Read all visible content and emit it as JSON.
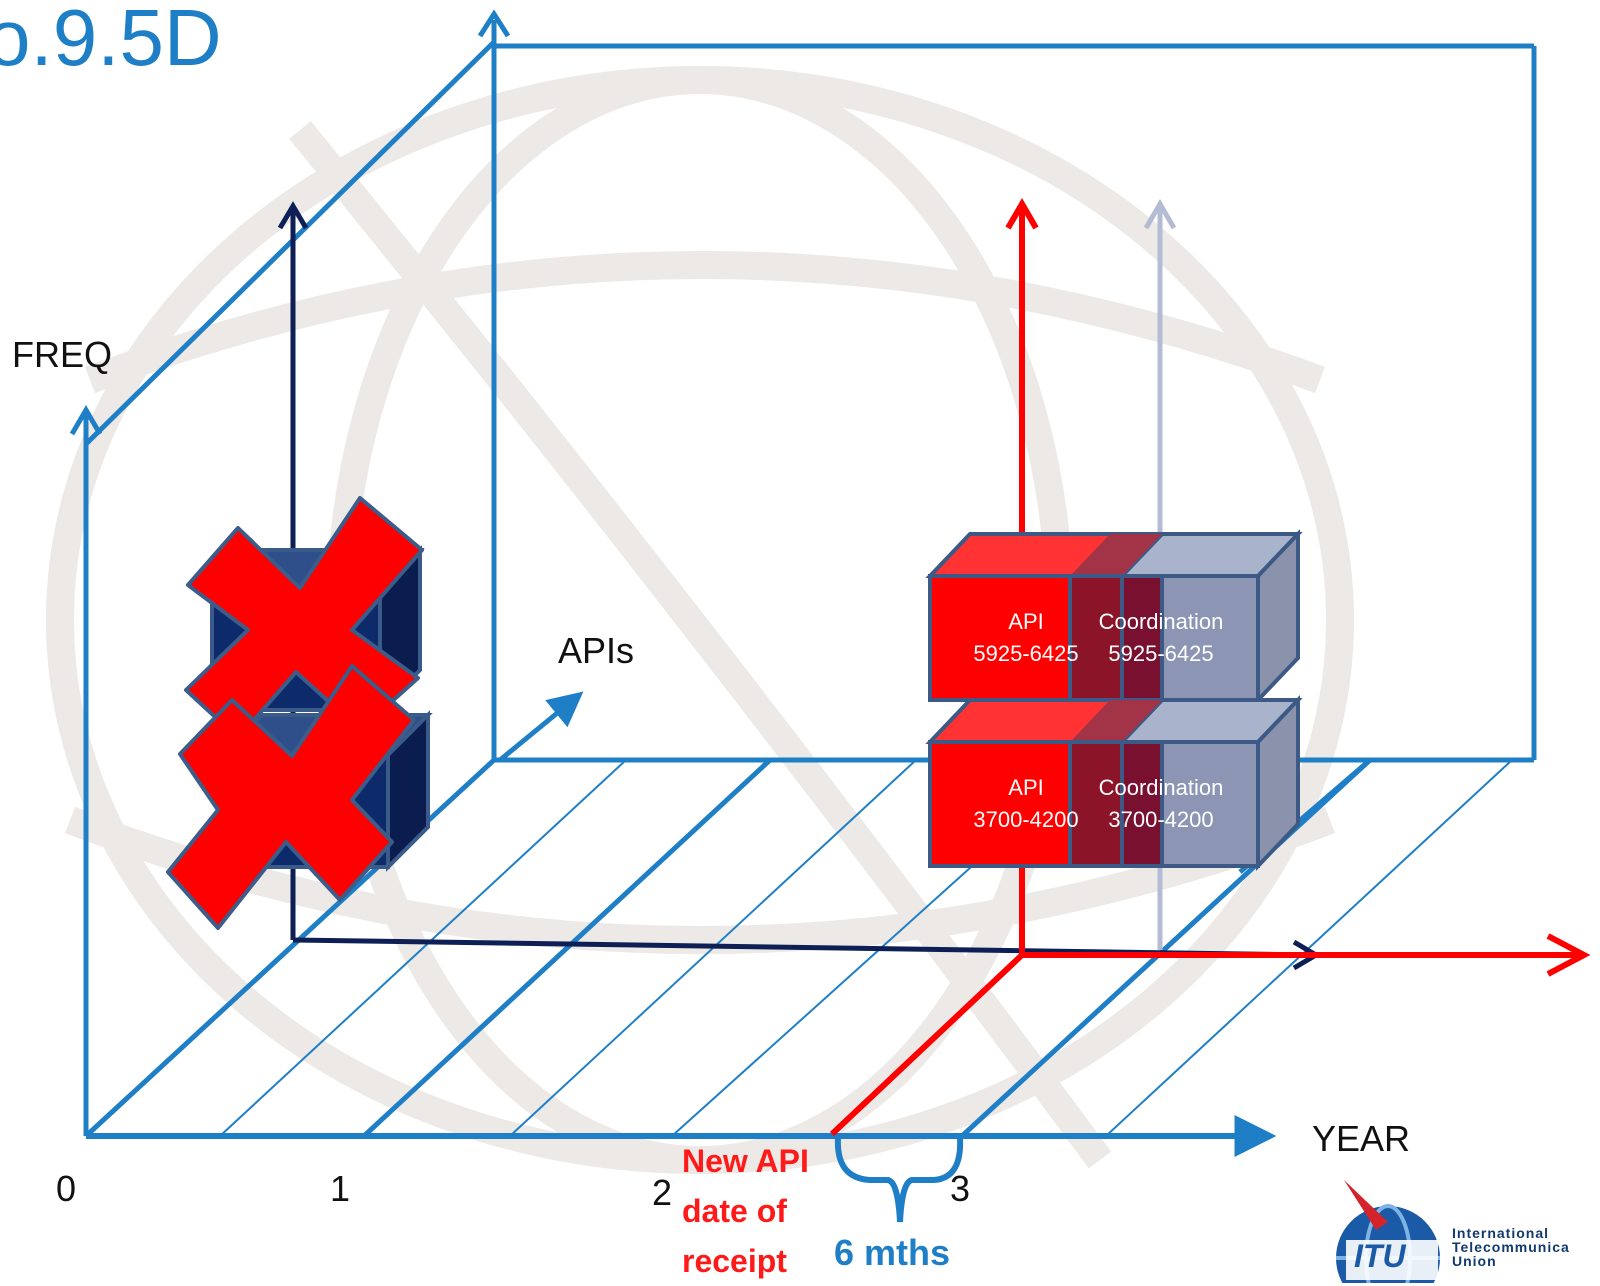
{
  "title": "o.9.5D",
  "axes": {
    "freq": "FREQ",
    "apis": "APIs",
    "year": "YEAR"
  },
  "ticks": [
    "0",
    "1",
    "2",
    "3"
  ],
  "boxes": {
    "top": {
      "api": [
        "API",
        "5925-6425"
      ],
      "coord": [
        "Coordination",
        "5925-6425"
      ]
    },
    "bottom": {
      "api": [
        "API",
        "3700-4200"
      ],
      "coord": [
        "Coordination",
        "3700-4200"
      ]
    }
  },
  "notes": {
    "new_api": [
      "New API",
      "date of",
      "receipt"
    ],
    "period": "6 mths"
  },
  "logo": {
    "mark": "ITU",
    "lines": [
      "International",
      "Telecommunica",
      "Union"
    ]
  },
  "colors": {
    "axis_blue": "#1f7fc6",
    "navy": "#0d1f55",
    "red": "#ff0000",
    "grey_blue": "#8c96b4"
  }
}
